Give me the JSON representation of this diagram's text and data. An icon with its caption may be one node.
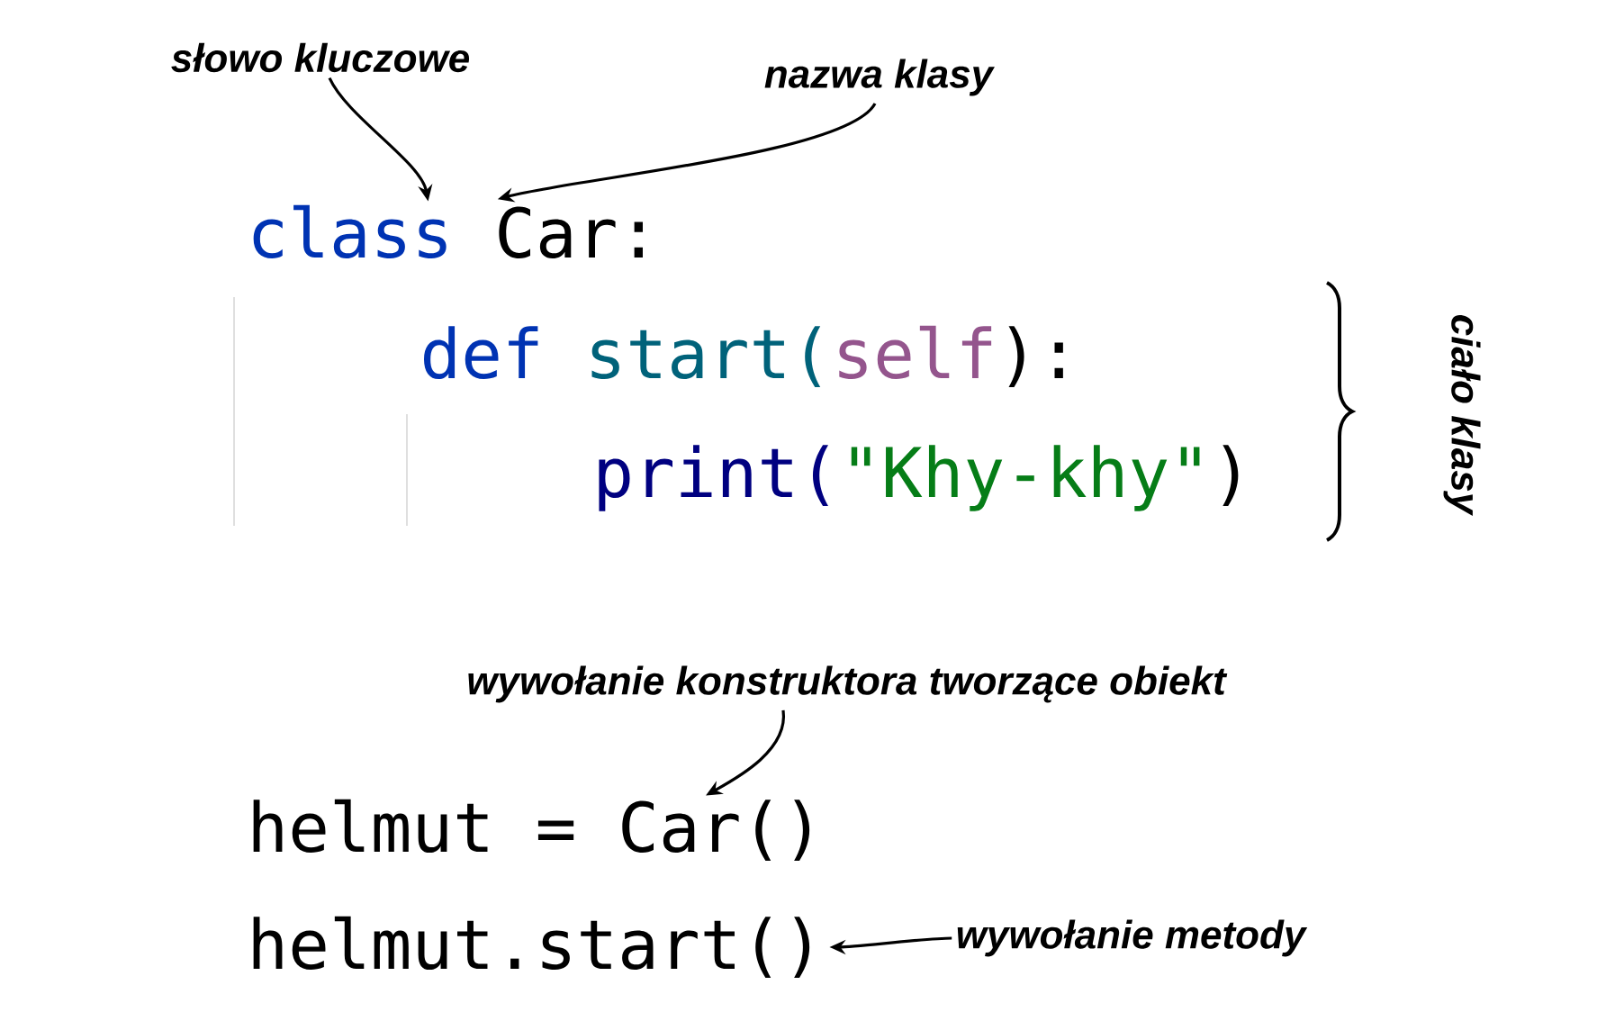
{
  "diagram": {
    "nodes": [
      {
        "text": [
          "słowo kluczowe"
        ]
      },
      {
        "text": [
          "nazwa klasy"
        ]
      },
      {
        "text": [
          "class"
        ]
      },
      {
        "text": [
          "Car:"
        ]
      },
      {
        "text": [
          "wywołanie konstruktora tworzące obiekt"
        ]
      },
      {
        "text": [
          "helmut = Car()"
        ]
      },
      {
        "text": [
          "helmut.start()"
        ]
      },
      {
        "text": [
          "wywołanie metody"
        ]
      }
    ],
    "edges": [
      {
        "from": 0,
        "to": 2,
        "arrow": "to"
      },
      {
        "from": 1,
        "to": 3,
        "arrow": "to"
      },
      {
        "from": 4,
        "to": 5,
        "arrow": "to"
      },
      {
        "from": 7,
        "to": 6,
        "arrow": "to"
      }
    ],
    "labels": [
      "def",
      "start(",
      "self",
      "):",
      "print(",
      "\"Khy-khy\"",
      ")",
      "ciało klasy"
    ]
  }
}
